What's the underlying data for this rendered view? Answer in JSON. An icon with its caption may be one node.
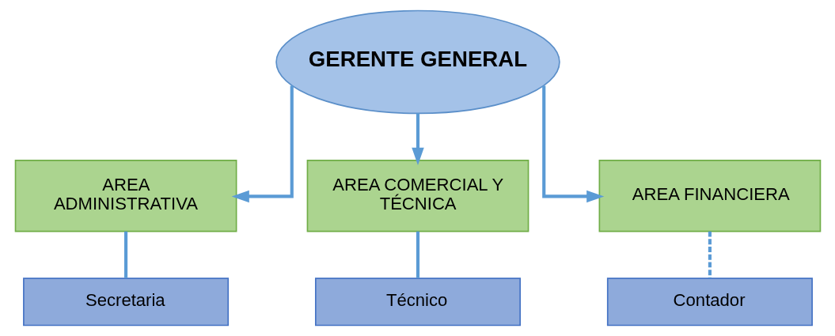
{
  "diagram": {
    "nodes": [
      {
        "text": [
          "GERENTE GENERAL"
        ]
      },
      {
        "text": [
          "AREA ADMINISTRATIVA"
        ]
      },
      {
        "text": [
          "AREA COMERCIAL Y TÉCNICA"
        ]
      },
      {
        "text": [
          "AREA FINANCIERA"
        ]
      },
      {
        "text": [
          "Secretaria"
        ]
      },
      {
        "text": [
          "Técnico"
        ]
      },
      {
        "text": [
          "Contador"
        ]
      }
    ],
    "edges": [
      {
        "from": 0,
        "to": 1,
        "arrow": "to"
      },
      {
        "from": 0,
        "to": 2,
        "arrow": "to"
      },
      {
        "from": 0,
        "to": 3,
        "arrow": "to"
      },
      {
        "from": 1,
        "to": 4,
        "arrow": "none"
      },
      {
        "from": 2,
        "to": 5,
        "arrow": "none"
      },
      {
        "from": 3,
        "to": 6,
        "arrow": "none",
        "style": "dashed"
      }
    ]
  }
}
